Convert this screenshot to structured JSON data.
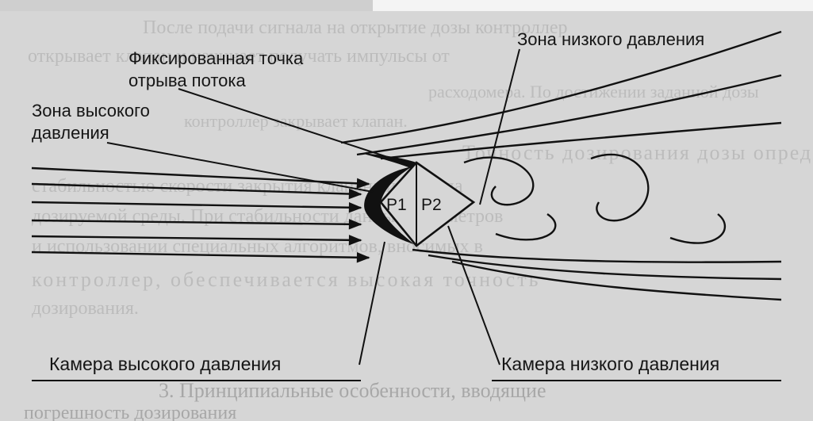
{
  "labels": {
    "fixed_point": "Фиксированная точка\nотрыва потока",
    "high_zone": "Зона высокого\nдавления",
    "low_zone": "Зона низкого давления",
    "high_chamber": "Камера высокого давления",
    "low_chamber": "Камера низкого давления",
    "p1": "P1",
    "p2": "P2"
  },
  "background_text": {
    "line1": "После подачи сигнала на открытие дозы контроллер",
    "line2": "открывает клапан и начинает получать импульсы от",
    "line3": "расходомера. По достижении заданной дозы",
    "line4": "контроллер закрывает клапан.",
    "line5": "Точность дозирования дозы определяется",
    "line6": "стабильностью скорости закрытия клапана и расхода",
    "line7": "дозируемой среды. При стабильности данных параметров",
    "line8": "и использовании специальных алгоритмов, вносимых в",
    "line9": "контроллер, обеспечивается высокая точность",
    "line10": "дозирования.",
    "line11": "3. Принципиальные особенности, вводящие",
    "line12": "погрешность дозирования"
  },
  "colors": {
    "ink": "#111111",
    "paper": "#d6d6d6"
  }
}
